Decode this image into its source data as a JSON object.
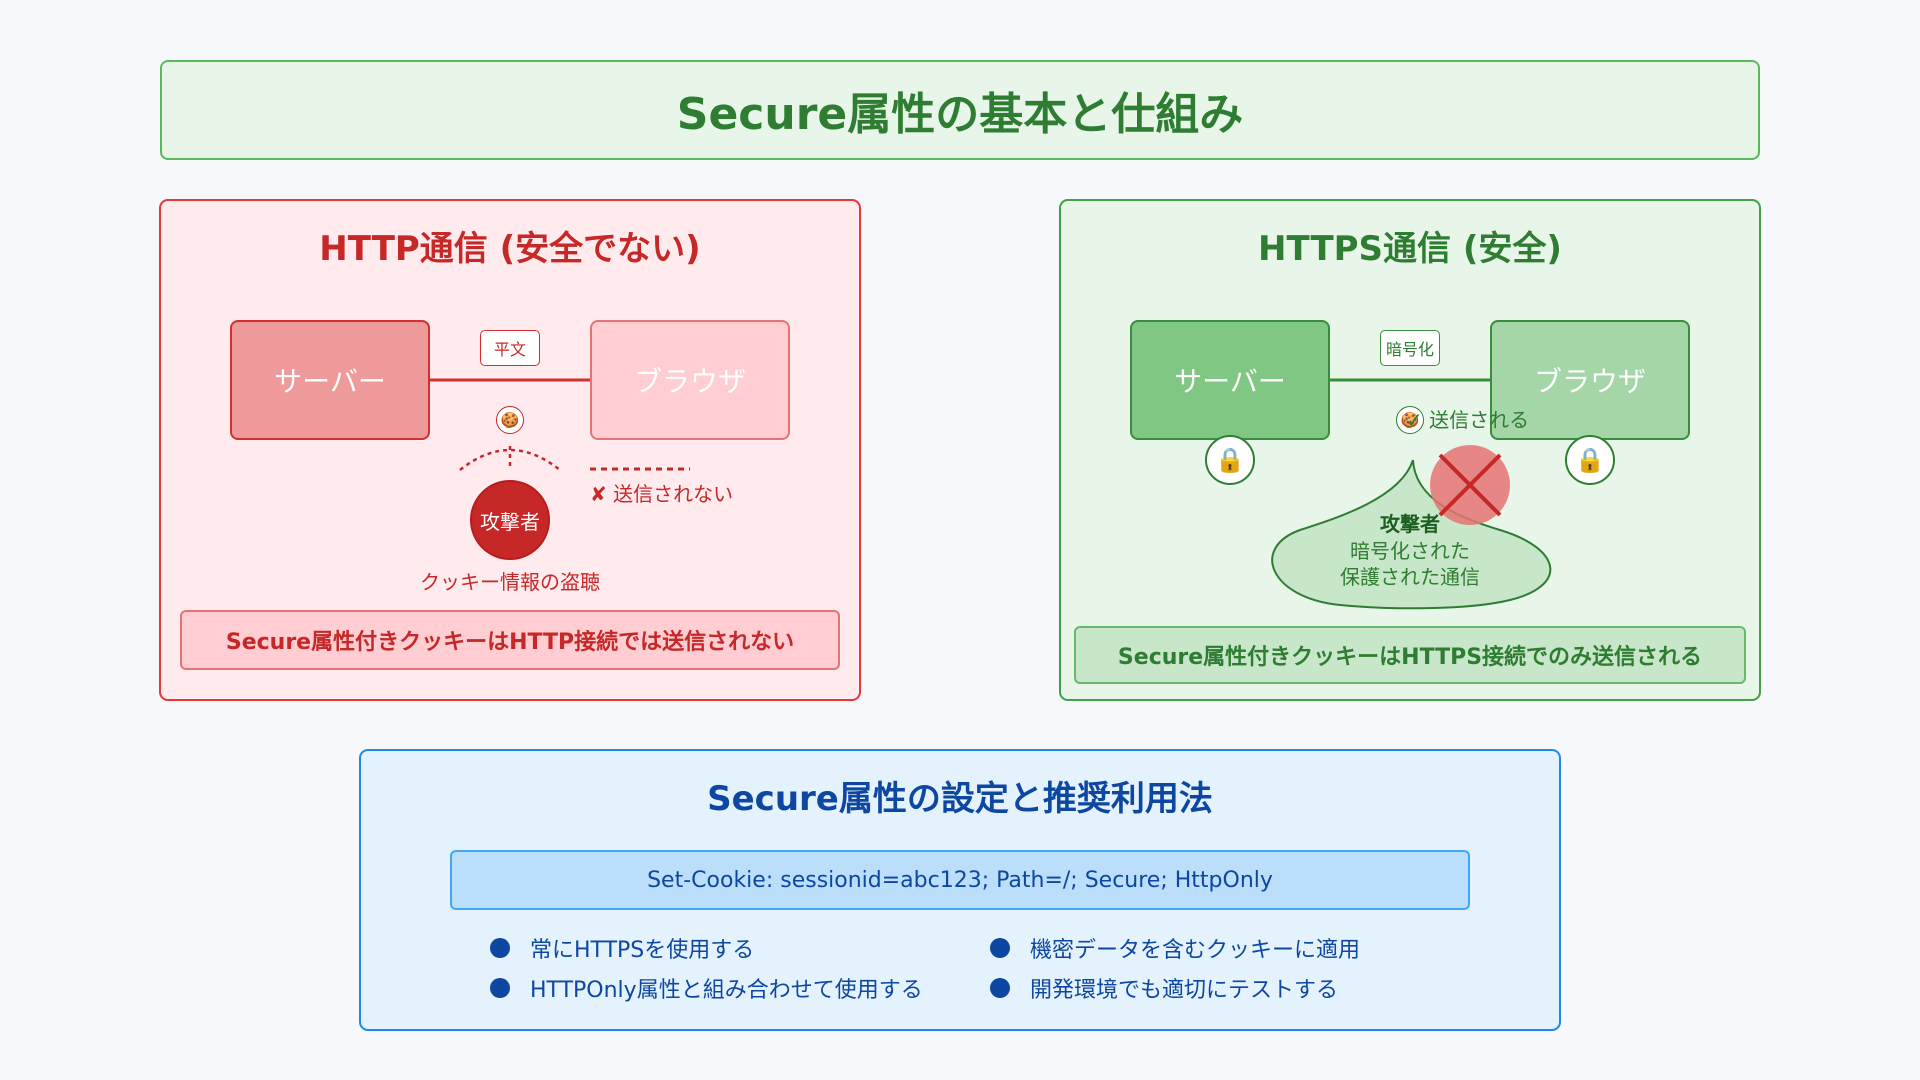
{
  "title": "Secure属性の基本と仕組み",
  "http_panel": {
    "title": "HTTP通信 (安全でない)",
    "server": "サーバー",
    "browser": "ブラウザ",
    "transport_tag": "平文",
    "cookie_icon": "🍪",
    "attacker": "攻撃者",
    "not_sent_mark": "✘",
    "not_sent": "送信されない",
    "theft": "クッキー情報の盗聴",
    "message": "Secure属性付きクッキーはHTTP接続では送信されない",
    "colors": {
      "accent": "#c62828",
      "panel_bg": "#ffebee"
    }
  },
  "https_panel": {
    "title": "HTTPS通信 (安全)",
    "server": "サーバー",
    "browser": "ブラウザ",
    "transport_tag": "暗号化",
    "cookie_icon": "🍪",
    "sent_mark": "✓",
    "sent": "送信される",
    "lock_icon": "🔒",
    "attacker": "攻撃者",
    "attacker_desc_1": "暗号化された",
    "attacker_desc_2": "保護された通信",
    "message": "Secure属性付きクッキーはHTTPS接続でのみ送信される",
    "colors": {
      "accent": "#2e7d32",
      "panel_bg": "#e8f5e9"
    }
  },
  "usage_panel": {
    "title": "Secure属性の設定と推奨利用法",
    "code": "Set-Cookie: sessionid=abc123; Path=/; Secure; HttpOnly",
    "bullets": [
      "常にHTTPSを使用する",
      "機密データを含むクッキーに適用",
      "HTTPOnly属性と組み合わせて使用する",
      "開発環境でも適切にテストする"
    ],
    "colors": {
      "accent": "#0d47a1",
      "panel_bg": "#e3f2fd"
    }
  }
}
